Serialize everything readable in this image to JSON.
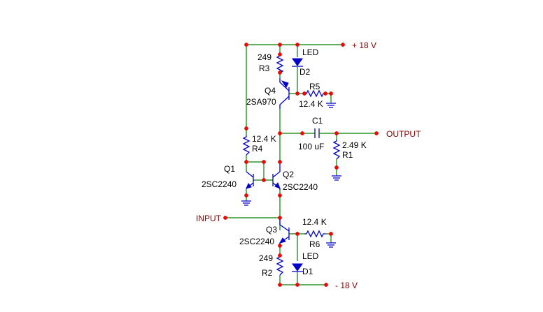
{
  "supplies": {
    "positive": "+ 18 V",
    "negative": "- 18 V"
  },
  "ports": {
    "input": "INPUT",
    "output": "OUTPUT"
  },
  "components": {
    "r1": {
      "ref": "R1",
      "value": "2.49 K"
    },
    "r2": {
      "ref": "R2",
      "value": "249"
    },
    "r3": {
      "ref": "R3",
      "value": "249"
    },
    "r4": {
      "ref": "R4",
      "value": "12.4 K"
    },
    "r5": {
      "ref": "R5",
      "value": "12.4 K"
    },
    "r6": {
      "ref": "R6",
      "value": "12.4 K"
    },
    "c1": {
      "ref": "C1",
      "value": "100 uF"
    },
    "d1": {
      "ref": "D1",
      "value": "LED"
    },
    "d2": {
      "ref": "D2",
      "value": "LED"
    },
    "q1": {
      "ref": "Q1",
      "part": "2SC2240"
    },
    "q2": {
      "ref": "Q2",
      "part": "2SC2240"
    },
    "q3": {
      "ref": "Q3",
      "part": "2SC2240"
    },
    "q4": {
      "ref": "Q4",
      "part": "2SA970"
    }
  },
  "colors": {
    "wire": "#008000",
    "component": "#0000cc",
    "node": "#ff0000",
    "port_text": "#800000",
    "label_text": "#000000"
  }
}
